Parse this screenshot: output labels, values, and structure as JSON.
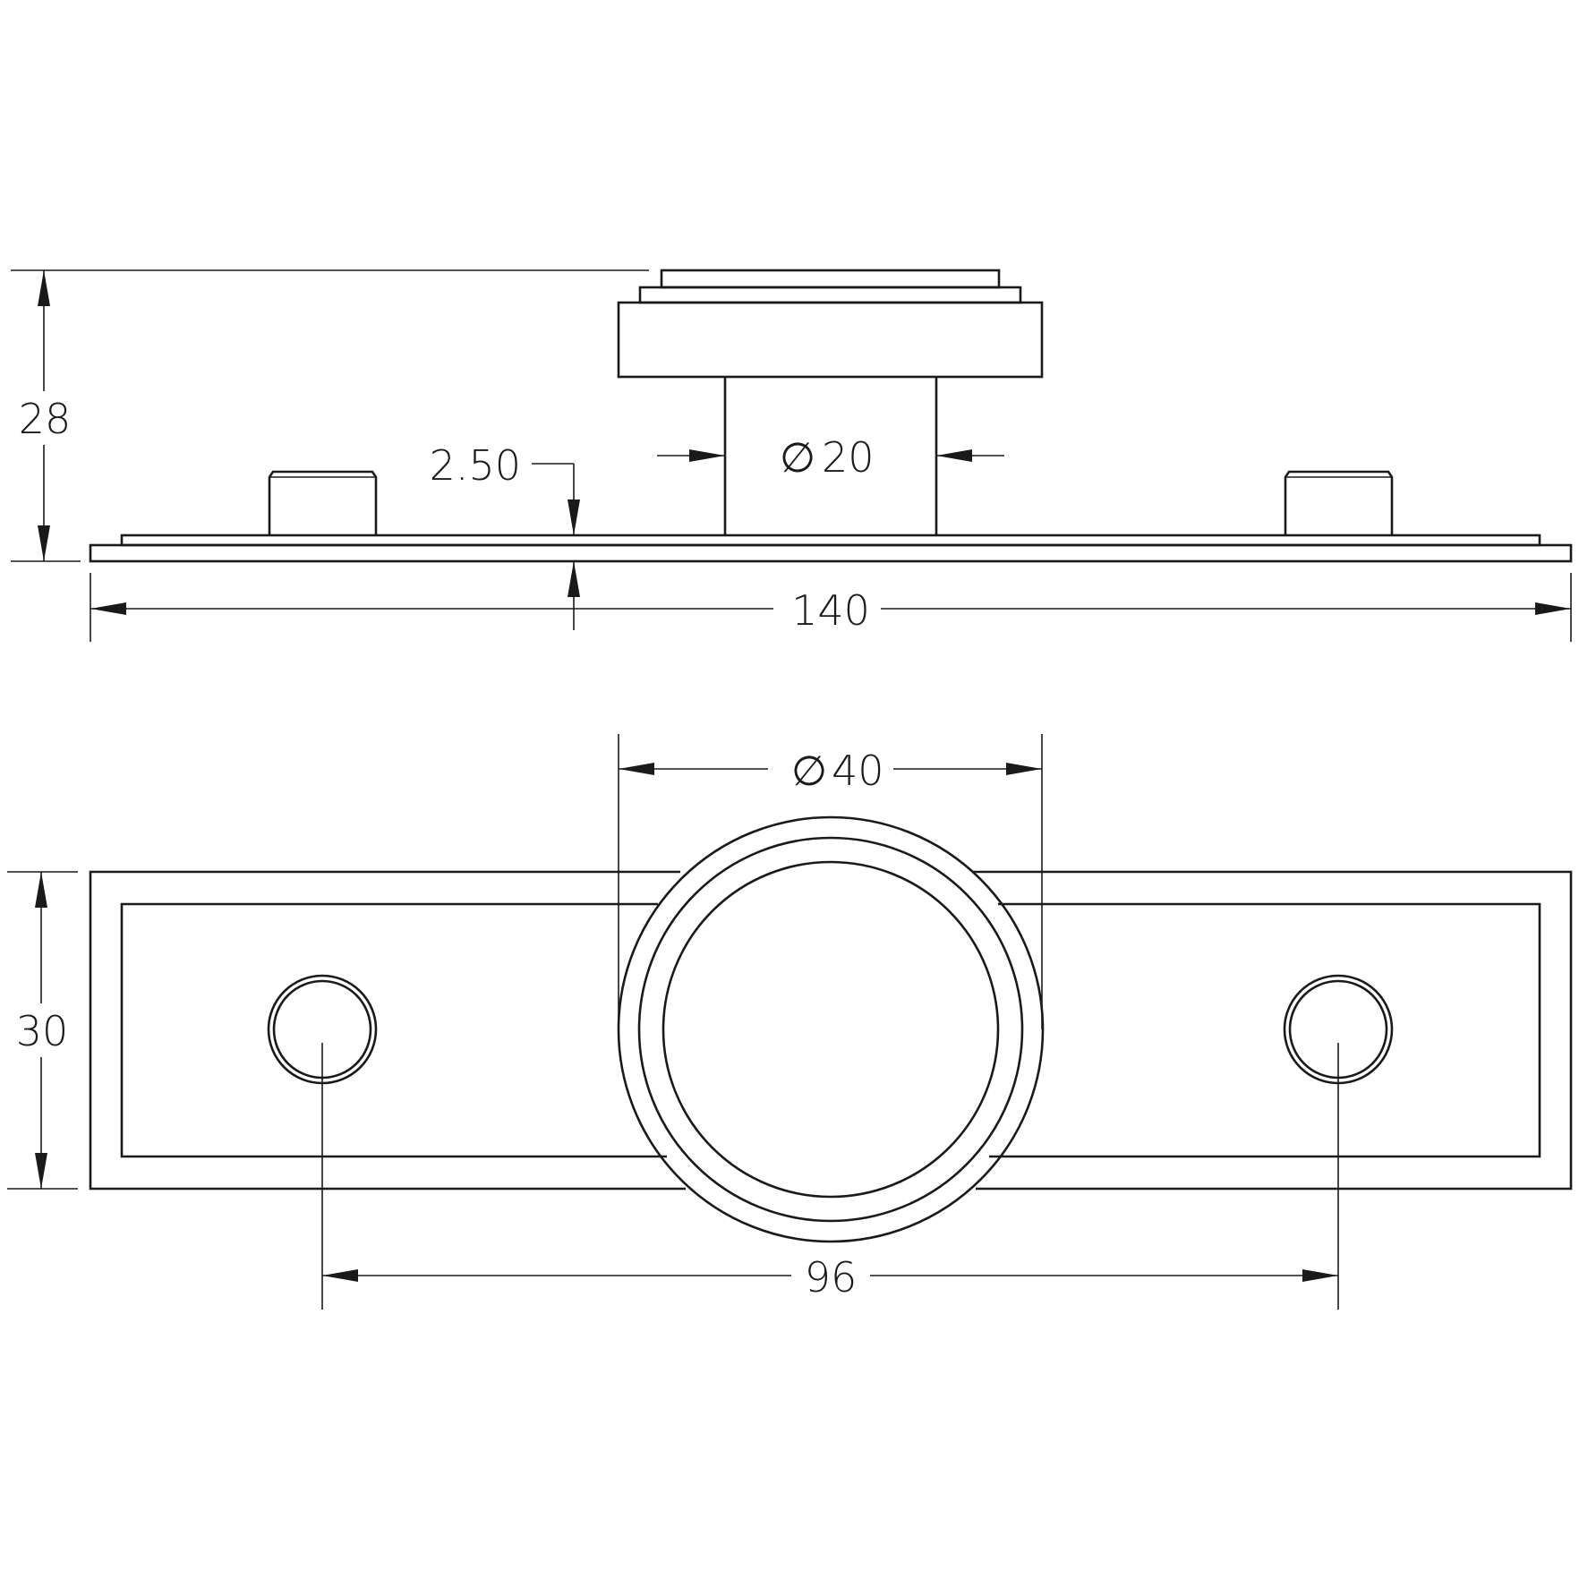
{
  "dimensions": {
    "height_28": "28",
    "plate_thickness": "2.50",
    "post_diameter_symbol": "∅",
    "post_diameter": "20",
    "overall_length": "140",
    "flange_diameter_symbol": "∅",
    "flange_diameter": "40",
    "plate_width": "30",
    "hole_spacing": "96"
  }
}
